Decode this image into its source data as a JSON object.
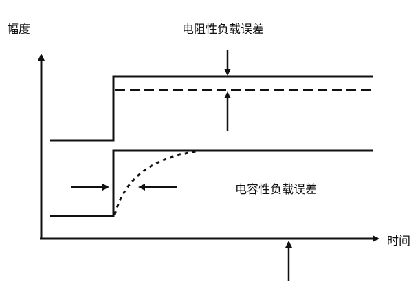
{
  "diagram": {
    "y_axis_label": "幅度",
    "x_axis_label": "时间",
    "resistive_load_error_label": "电阻性负载误差",
    "capacitive_load_error_label": "电容性负载误差",
    "colors": {
      "line": "#111111",
      "background": "#ffffff"
    }
  }
}
